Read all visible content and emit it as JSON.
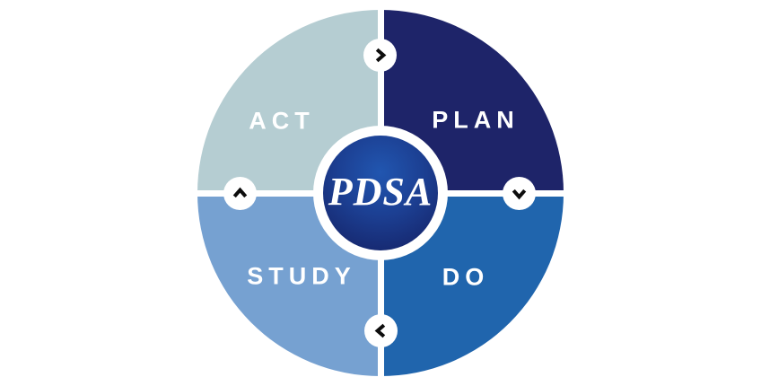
{
  "diagram": {
    "type": "cycle",
    "name": "PDSA cycle",
    "center": {
      "label": "PDSA"
    },
    "quadrants": [
      {
        "id": "act",
        "label": "ACT",
        "position": "top-left",
        "color": "#b5cdd2"
      },
      {
        "id": "plan",
        "label": "PLAN",
        "position": "top-right",
        "color": "#1e2469"
      },
      {
        "id": "study",
        "label": "STUDY",
        "position": "bottom-left",
        "color": "#76a1d1"
      },
      {
        "id": "do",
        "label": "DO",
        "position": "bottom-right",
        "color": "#2065ad"
      }
    ],
    "arrows": [
      {
        "position": "top",
        "icon": "chevron-right"
      },
      {
        "position": "right",
        "icon": "chevron-down"
      },
      {
        "position": "bottom",
        "icon": "chevron-left"
      },
      {
        "position": "left",
        "icon": "chevron-up"
      }
    ],
    "colors": {
      "background": "#ffffff",
      "divider": "#ffffff",
      "label_text": "#ffffff",
      "center_ring": "#ffffff",
      "center_gradient_top": "#2156b0",
      "center_gradient_edge": "#141f62",
      "arrow_circle": "#ffffff",
      "arrow_glyph": "#0d0d0d"
    }
  }
}
